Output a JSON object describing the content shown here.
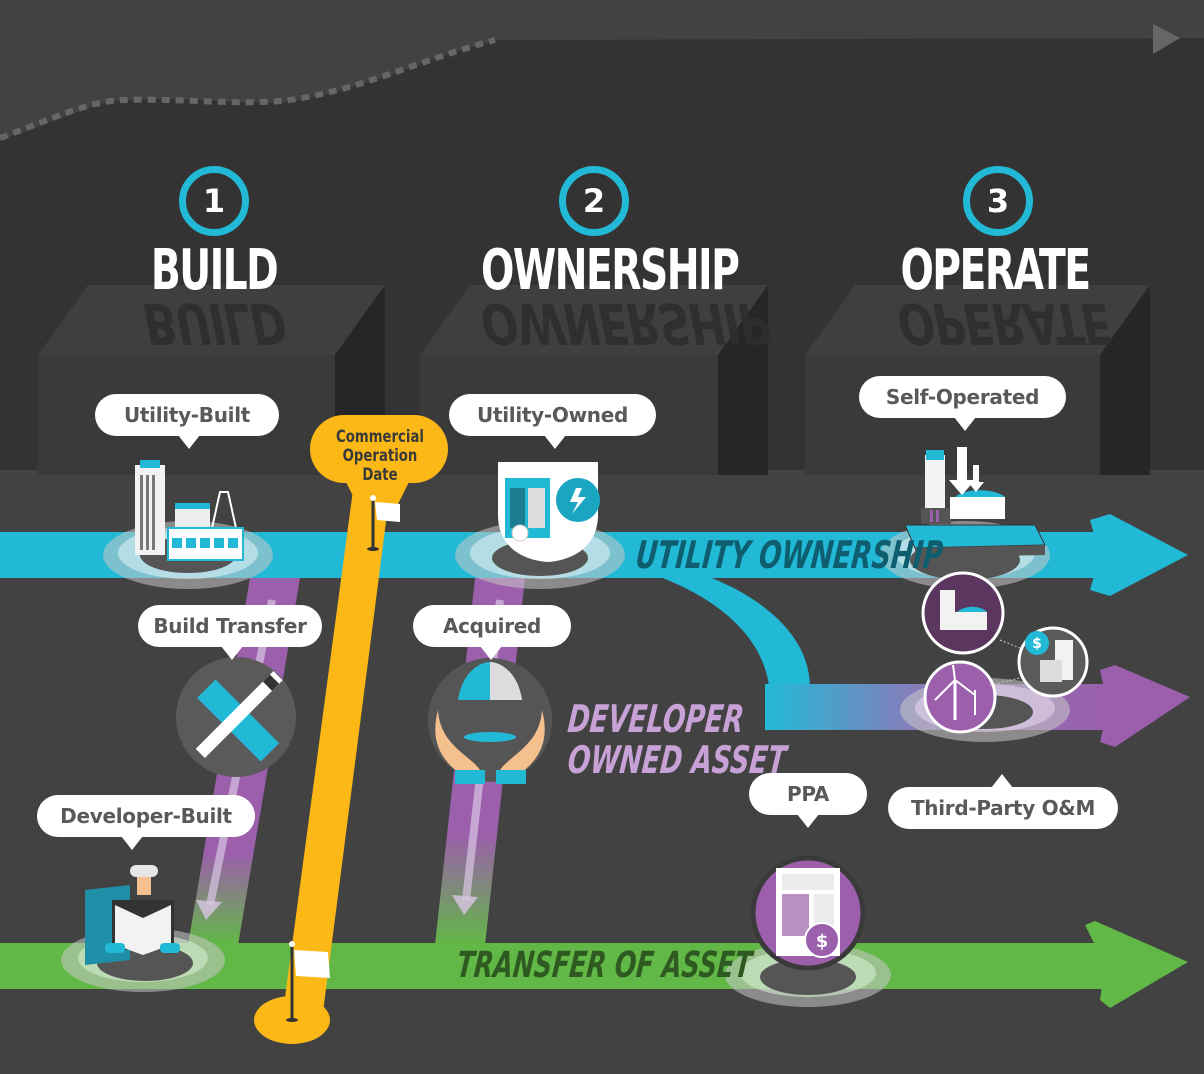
{
  "colors": {
    "background_top": "#424242",
    "background_mid": "#333333",
    "utility_lane": "#22b9d6",
    "developer_lane": "#9b5fab",
    "transfer_lane": "#62b846",
    "cod_line": "#fbb817",
    "step_ring": "#22b9d6",
    "bubble_bg": "#ffffff",
    "bubble_text": "#58595b"
  },
  "steps": [
    {
      "number": "1",
      "title": "BUILD"
    },
    {
      "number": "2",
      "title": "OWNERSHIP"
    },
    {
      "number": "3",
      "title": "OPERATE"
    }
  ],
  "lanes": {
    "utility": {
      "label": "UTILITY OWNERSHIP",
      "icon": "arrow-right-icon"
    },
    "developer": {
      "label_line1": "DEVELOPER",
      "label_line2": "OWNED ASSET",
      "icon": "arrow-right-icon"
    },
    "transfer": {
      "label": "TRANSFER OF ASSET",
      "icon": "arrow-right-icon"
    }
  },
  "milestone": {
    "label_line1": "Commercial",
    "label_line2": "Operation Date",
    "icon": "flag-icon"
  },
  "nodes": [
    {
      "id": "utility-built",
      "label": "Utility-Built",
      "icon": "power-plant-icon"
    },
    {
      "id": "build-transfer",
      "label": "Build Transfer",
      "icon": "ruler-pencil-icon"
    },
    {
      "id": "developer-built",
      "label": "Developer-Built",
      "icon": "engineer-blueprint-icon"
    },
    {
      "id": "utility-owned",
      "label": "Utility-Owned",
      "icon": "certificate-shield-icon"
    },
    {
      "id": "acquired",
      "label": "Acquired",
      "icon": "parachute-hands-icon"
    },
    {
      "id": "self-operated",
      "label": "Self-Operated",
      "icon": "solar-facility-icon"
    },
    {
      "id": "third-party-om",
      "label": "Third-Party O&M",
      "icon": "wind-turbine-cluster-icon"
    },
    {
      "id": "ppa",
      "label": "PPA",
      "icon": "contract-dollar-icon"
    }
  ]
}
